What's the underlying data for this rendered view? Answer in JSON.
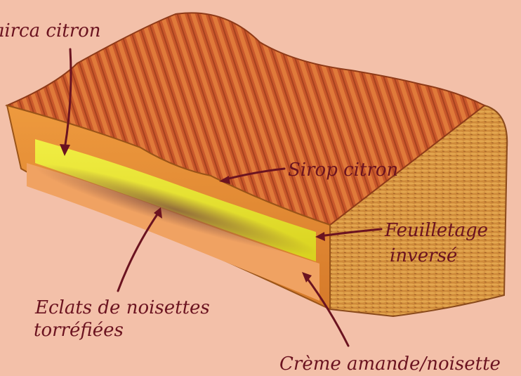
{
  "labels": {
    "chirca": "ıirca citron",
    "sirop": "Sirop citron",
    "feuilletage_line1": "Feuilletage",
    "feuilletage_line2": "inversé",
    "eclats_line1": "Eclats de noisettes",
    "eclats_line2": "torréfiées",
    "creme": "Crème amande/noisette"
  },
  "colors": {
    "background": "#f3c0a9",
    "label_text": "#6b1320",
    "lemon_layer": "#e8e430",
    "cream_layer": "#f0a262",
    "crust": "#e48a2e",
    "top_glaze": "#c8562a"
  }
}
